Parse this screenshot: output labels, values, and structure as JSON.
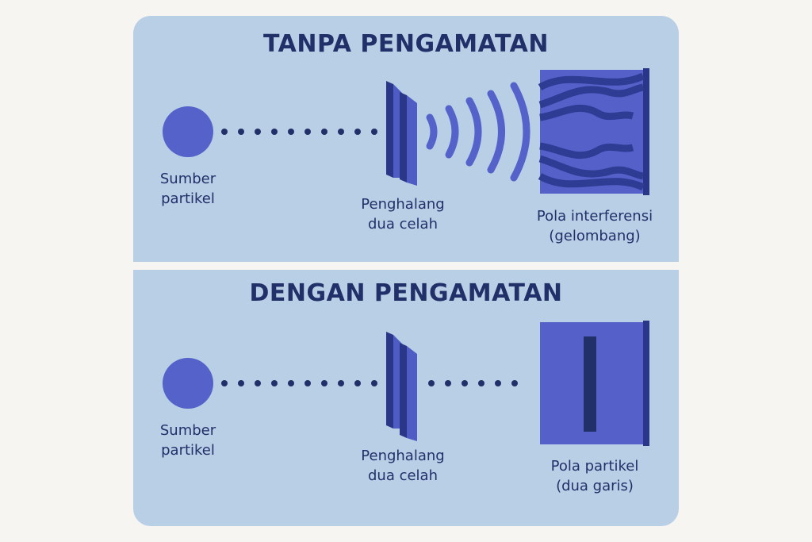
{
  "top": {
    "title": "TANPA PENGAMATAN",
    "source_label": [
      "Sumber",
      "partikel"
    ],
    "barrier_label": [
      "Penghalang",
      "dua celah"
    ],
    "screen_label": [
      "Pola interferensi",
      "(gelombang)"
    ]
  },
  "bottom": {
    "title": "DENGAN PENGAMATAN",
    "source_label": [
      "Sumber",
      "partikel"
    ],
    "barrier_label": [
      "Penghalang",
      "dua celah"
    ],
    "screen_label": [
      "Pola partikel",
      "(dua garis)"
    ]
  },
  "colors": {
    "panel": "#b8cfe6",
    "source": "#5462c9",
    "dots": "#22306a",
    "barrier_front": "#4f5cc4",
    "barrier_edge": "#2a3789",
    "screen": "#5561c9",
    "screen_dark": "#2a3789",
    "text": "#22306a"
  }
}
